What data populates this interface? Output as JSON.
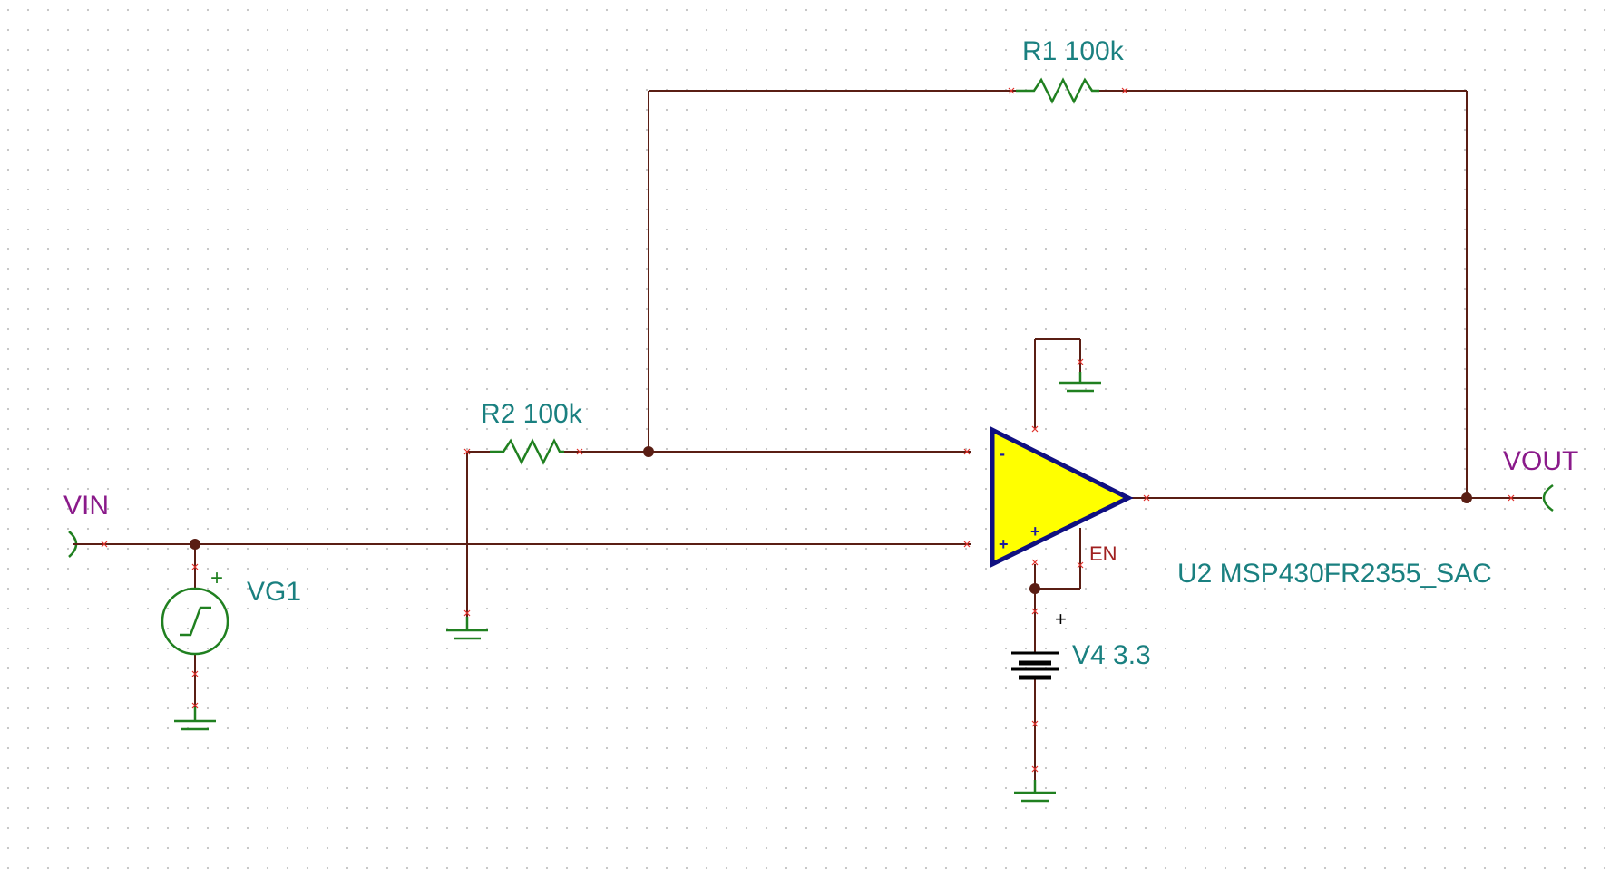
{
  "schematic": {
    "resistor_r1": {
      "label": "R1 100k"
    },
    "resistor_r2": {
      "label": "R2 100k"
    },
    "source_vg1": {
      "label": "VG1",
      "polarity": "+"
    },
    "battery_v4": {
      "label": "V4 3.3",
      "polarity": "+"
    },
    "opamp_u2": {
      "label": "U2 MSP430FR2355_SAC",
      "inverting_sign": "-",
      "noninverting_sign": "+",
      "supply_sign": "+",
      "enable_label": "EN"
    },
    "port_vin": {
      "label": "VIN"
    },
    "port_vout": {
      "label": "VOUT"
    }
  },
  "colors": {
    "wire": "#5a1e14",
    "component": "#208020",
    "label": "#1a8080",
    "port": "#8a1a8a",
    "opamp_fill": "#ffff00",
    "opamp_outline": "#101080",
    "pin_marker": "#e0302a"
  }
}
